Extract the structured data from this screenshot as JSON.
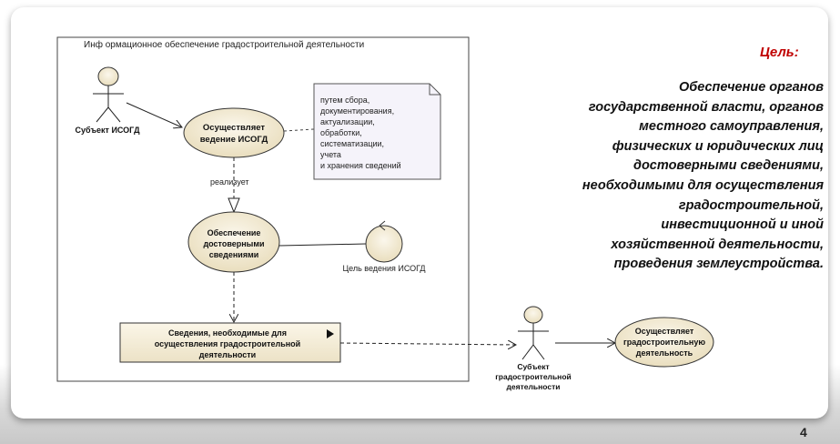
{
  "system_boundary": {
    "title": "Инф ормационное обеспечение градостроительной деятельности"
  },
  "actors": {
    "isogd_subject": "Субъект ИСОГД",
    "urban_subject": [
      "Субъект",
      "градостроительной",
      "деятельности"
    ],
    "goal_object": "Цель ведения ИСОГД"
  },
  "use_cases": {
    "maintains_isogd": [
      "Осуществляет",
      "ведение ИСОГД"
    ],
    "provides_reliable": [
      "Обеспечение",
      "достоверными",
      "сведениями"
    ],
    "urban_activity": [
      "Осуществляет",
      "градостроительную",
      "деятельность"
    ]
  },
  "note": {
    "lines": [
      "путем сбора,",
      "документирования,",
      "актуализации,",
      "обработки,",
      "систематизации,",
      "учета",
      "и хранения сведений"
    ]
  },
  "relation_label": "реализует",
  "information_object": [
    "Сведения, необходимые для",
    "осуществления градостроительной",
    "деятельности"
  ],
  "goal": {
    "heading": "Цель:",
    "text": "Обеспечение органов\nгосударственной власти, органов\nместного самоуправления,\nфизических и юридических лиц\nдостоверными сведениями,\nнеобходимыми для осуществления\nградостроительной,\nинвестиционной и иной\nхозяйственной деятельности,\nпроведения землеустройства."
  },
  "page_number": "4",
  "colors": {
    "use_case_fill": "#f2ead2",
    "heading": "#c00000",
    "note_fill": "#f5f3fa"
  }
}
